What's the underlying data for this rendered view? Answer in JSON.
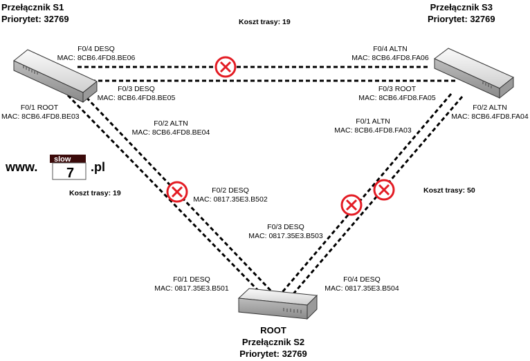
{
  "switches": {
    "s1": {
      "name": "Przełącznik S1",
      "priority": "Priorytet: 32769"
    },
    "s3": {
      "name": "Przełącznik S3",
      "priority": "Priorytet: 32769"
    },
    "s2": {
      "role": "ROOT",
      "name": "Przełącznik S2",
      "priority": "Priorytet: 32769"
    }
  },
  "costs": {
    "top": "Koszt trasy: 19",
    "left": "Koszt trasy: 19",
    "right": "Koszt trasy: 50"
  },
  "ports": {
    "s1_f04": {
      "port": "F0/4 DESQ",
      "mac": "MAC: 8CB6.4FD8.BE06"
    },
    "s1_f03": {
      "port": "F0/3 DESQ",
      "mac": "MAC: 8CB6.4FD8.BE05"
    },
    "s1_f01": {
      "port": "F0/1 ROOT",
      "mac": "MAC: 8CB6.4FD8.BE03"
    },
    "s1_f02": {
      "port": "F0/2 ALTN",
      "mac": "MAC: 8CB6.4FD8.BE04"
    },
    "s3_f04": {
      "port": "F0/4 ALTN",
      "mac": "MAC: 8CB6.4FD8.FA06"
    },
    "s3_f03": {
      "port": "F0/3 ROOT",
      "mac": "MAC: 8CB6.4FD8.FA05"
    },
    "s3_f02": {
      "port": "F0/2 ALTN",
      "mac": "MAC: 8CB6.4FD8.FA04"
    },
    "s3_f01": {
      "port": "F0/1 ALTN",
      "mac": "MAC: 8CB6.4FD8.FA03"
    },
    "s2_f02": {
      "port": "F0/2 DESQ",
      "mac": "MAC: 0817.35E3.B502"
    },
    "s2_f03": {
      "port": "F0/3 DESQ",
      "mac": "MAC: 0817.35E3.B503"
    },
    "s2_f01": {
      "port": "F0/1 DESQ",
      "mac": "MAC: 0817.35E3.B501"
    },
    "s2_f04": {
      "port": "F0/4 DESQ",
      "mac": "MAC: 0817.35E3.B504"
    }
  },
  "logo": {
    "prefix": "www.",
    "slow": "slow",
    "seven": "7",
    "suffix": ".pl"
  },
  "colors": {
    "block": "#e31b23",
    "link": "#000000",
    "logo_dark": "#3b0a0a"
  }
}
